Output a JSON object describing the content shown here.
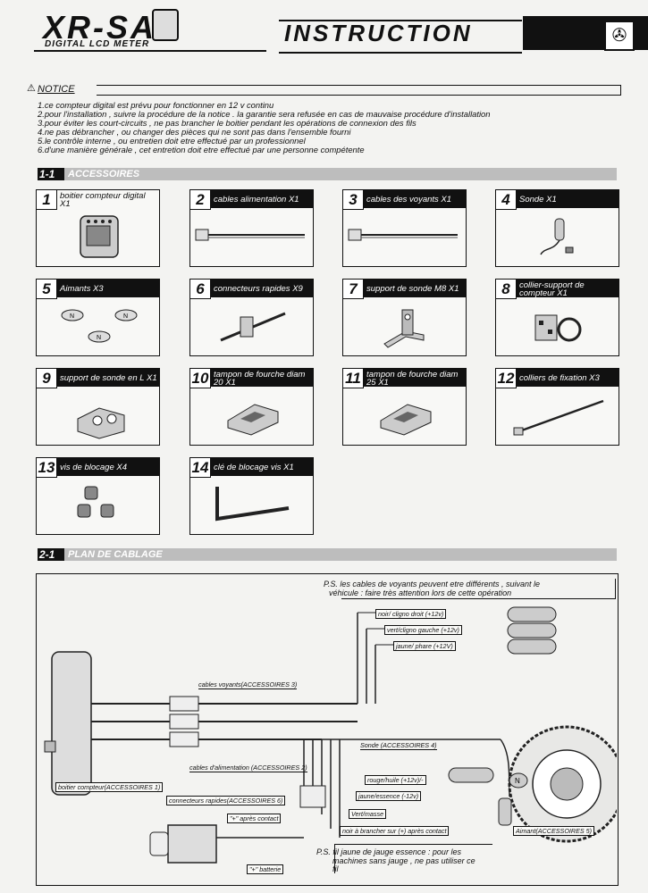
{
  "header": {
    "logo": "XR-SA",
    "logo_sub": "DIGITAL LCD METER",
    "title": "INSTRUCTION"
  },
  "notice": {
    "heading": "NOTICE",
    "lines": [
      "1.ce compteur digital est prévu pour fonctionner en 12 v continu",
      "2.pour l'installation , suivre la procédure de la notice  . la garantie sera refusée en cas de mauvaise procédure  d'installation",
      "3.pour éviter les court-circuits , ne pas brancher le boitier pendant les opérations de connexion des fils",
      "4.ne pas débrancher , ou changer des pièces qui ne sont pas dans l'ensemble fourni",
      "5.le contrôle interne , ou entretien doit etre effectué par un professionnel",
      "6.d'une manière générale , cet entretion doit etre effectué par une personne compétente"
    ]
  },
  "section1": {
    "num": "1-1",
    "title": "ACCESSOIRES"
  },
  "accessories": [
    {
      "num": "1",
      "label1": "boitier compteur digital",
      "label2": "X1"
    },
    {
      "num": "2",
      "label1": "cables alimentation X1",
      "label2": ""
    },
    {
      "num": "3",
      "label1": "cables des voyants X1",
      "label2": ""
    },
    {
      "num": "4",
      "label1": "Sonde X1",
      "label2": ""
    },
    {
      "num": "5",
      "label1": "Aimants X3",
      "label2": ""
    },
    {
      "num": "6",
      "label1": "connecteurs rapides X9",
      "label2": ""
    },
    {
      "num": "7",
      "label1": "support de sonde M8 X1",
      "label2": ""
    },
    {
      "num": "8",
      "label1": "collier-support de",
      "label2": "compteur X1"
    },
    {
      "num": "9",
      "label1": "support de sonde en L X1",
      "label2": ""
    },
    {
      "num": "10",
      "label1": "tampon de fourche diam",
      "label2": "20 X1"
    },
    {
      "num": "11",
      "label1": "tampon de fourche diam",
      "label2": "25 X1"
    },
    {
      "num": "12",
      "label1": "colliers de fixation X3",
      "label2": ""
    },
    {
      "num": "13",
      "label1": "vis de blocage X4",
      "label2": ""
    },
    {
      "num": "14",
      "label1": "clé de blocage vis X1",
      "label2": ""
    }
  ],
  "section2": {
    "num": "2-1",
    "title": "PLAN DE CABLAGE"
  },
  "wiring": {
    "ps_top_1": "P.S. les cables de voyants peuvent etre différents , suivant le",
    "ps_top_2": "véhicule : faire très attention lors de cette opération",
    "noir_clignodroit": "noir/ cligno droit (+12v)",
    "vert_clignogauche": "vert/cligno gauche (+12v)",
    "jaune_phare": "jaune/ phare (+12V)",
    "cables_voyants": "cables voyants(ACCESSOIRES 3)",
    "sonde": "Sonde (ACCESSOIRES 4)",
    "cables_alim": "cables d'alimentation (ACCESSOIRES 2)",
    "rouge_huile": "rouge/huile (+12v)/-",
    "boitier": "boitier compteur(ACCESSOIRES 1)",
    "jaune_essence": "jaune/essence (-12v)",
    "connecteurs": "connecteurs rapides(ACCESSOIRES 6)",
    "vert_masse": "Vert/masse",
    "apres_contact": "\"+\" après contact",
    "noir_brancher": "noir à brancher sur (+) après contact",
    "aimant": "Aimant(ACCESSOIRES 5)",
    "batterie": "\"+\" batterie",
    "ps_bottom_1": "P.S. fil jaune de jauge essence : pour les",
    "ps_bottom_2": "machines sans jauge , ne pas utiliser ce",
    "ps_bottom_3": "fil"
  }
}
